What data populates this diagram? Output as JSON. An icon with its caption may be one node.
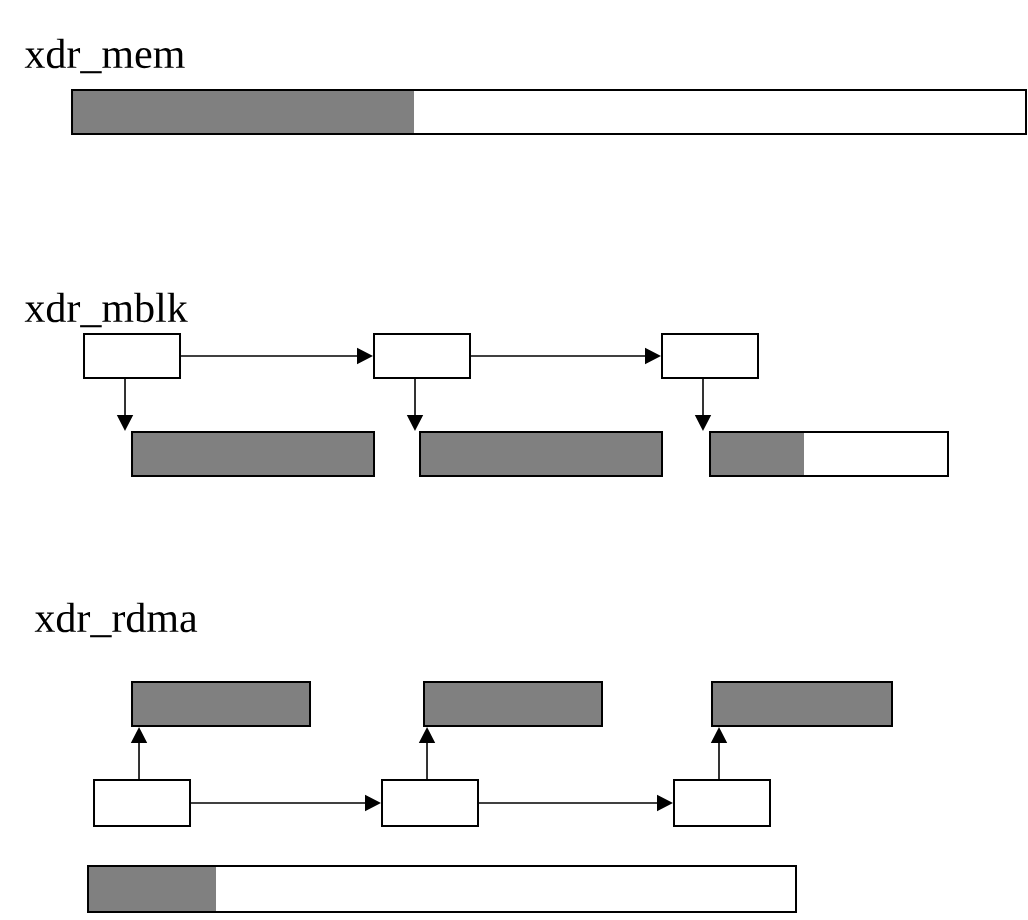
{
  "diagram": {
    "nodes": [
      {
        "text": [],
        "shape": "bar"
      },
      {
        "text": [],
        "shape": "box"
      },
      {
        "text": [],
        "shape": "box"
      },
      {
        "text": [],
        "shape": "box"
      },
      {
        "text": [],
        "shape": "bar"
      },
      {
        "text": [],
        "shape": "bar"
      },
      {
        "text": [],
        "shape": "bar"
      },
      {
        "text": [],
        "shape": "bar"
      },
      {
        "text": [],
        "shape": "bar"
      },
      {
        "text": [],
        "shape": "bar"
      },
      {
        "text": [],
        "shape": "box"
      },
      {
        "text": [],
        "shape": "box"
      },
      {
        "text": [],
        "shape": "box"
      },
      {
        "text": [],
        "shape": "bar"
      }
    ],
    "edges": [
      {
        "from": 1,
        "to": 2,
        "arrow": "to"
      },
      {
        "from": 2,
        "to": 3,
        "arrow": "to"
      },
      {
        "from": 1,
        "to": 4,
        "arrow": "to"
      },
      {
        "from": 2,
        "to": 5,
        "arrow": "to"
      },
      {
        "from": 3,
        "to": 6,
        "arrow": "to"
      },
      {
        "from": 10,
        "to": 7,
        "arrow": "to"
      },
      {
        "from": 11,
        "to": 8,
        "arrow": "to"
      },
      {
        "from": 12,
        "to": 9,
        "arrow": "to"
      },
      {
        "from": 10,
        "to": 11,
        "arrow": "to"
      },
      {
        "from": 11,
        "to": 12,
        "arrow": "to"
      }
    ],
    "labels": [
      "xdr_mem",
      "xdr_mblk",
      "xdr_rdma"
    ]
  }
}
